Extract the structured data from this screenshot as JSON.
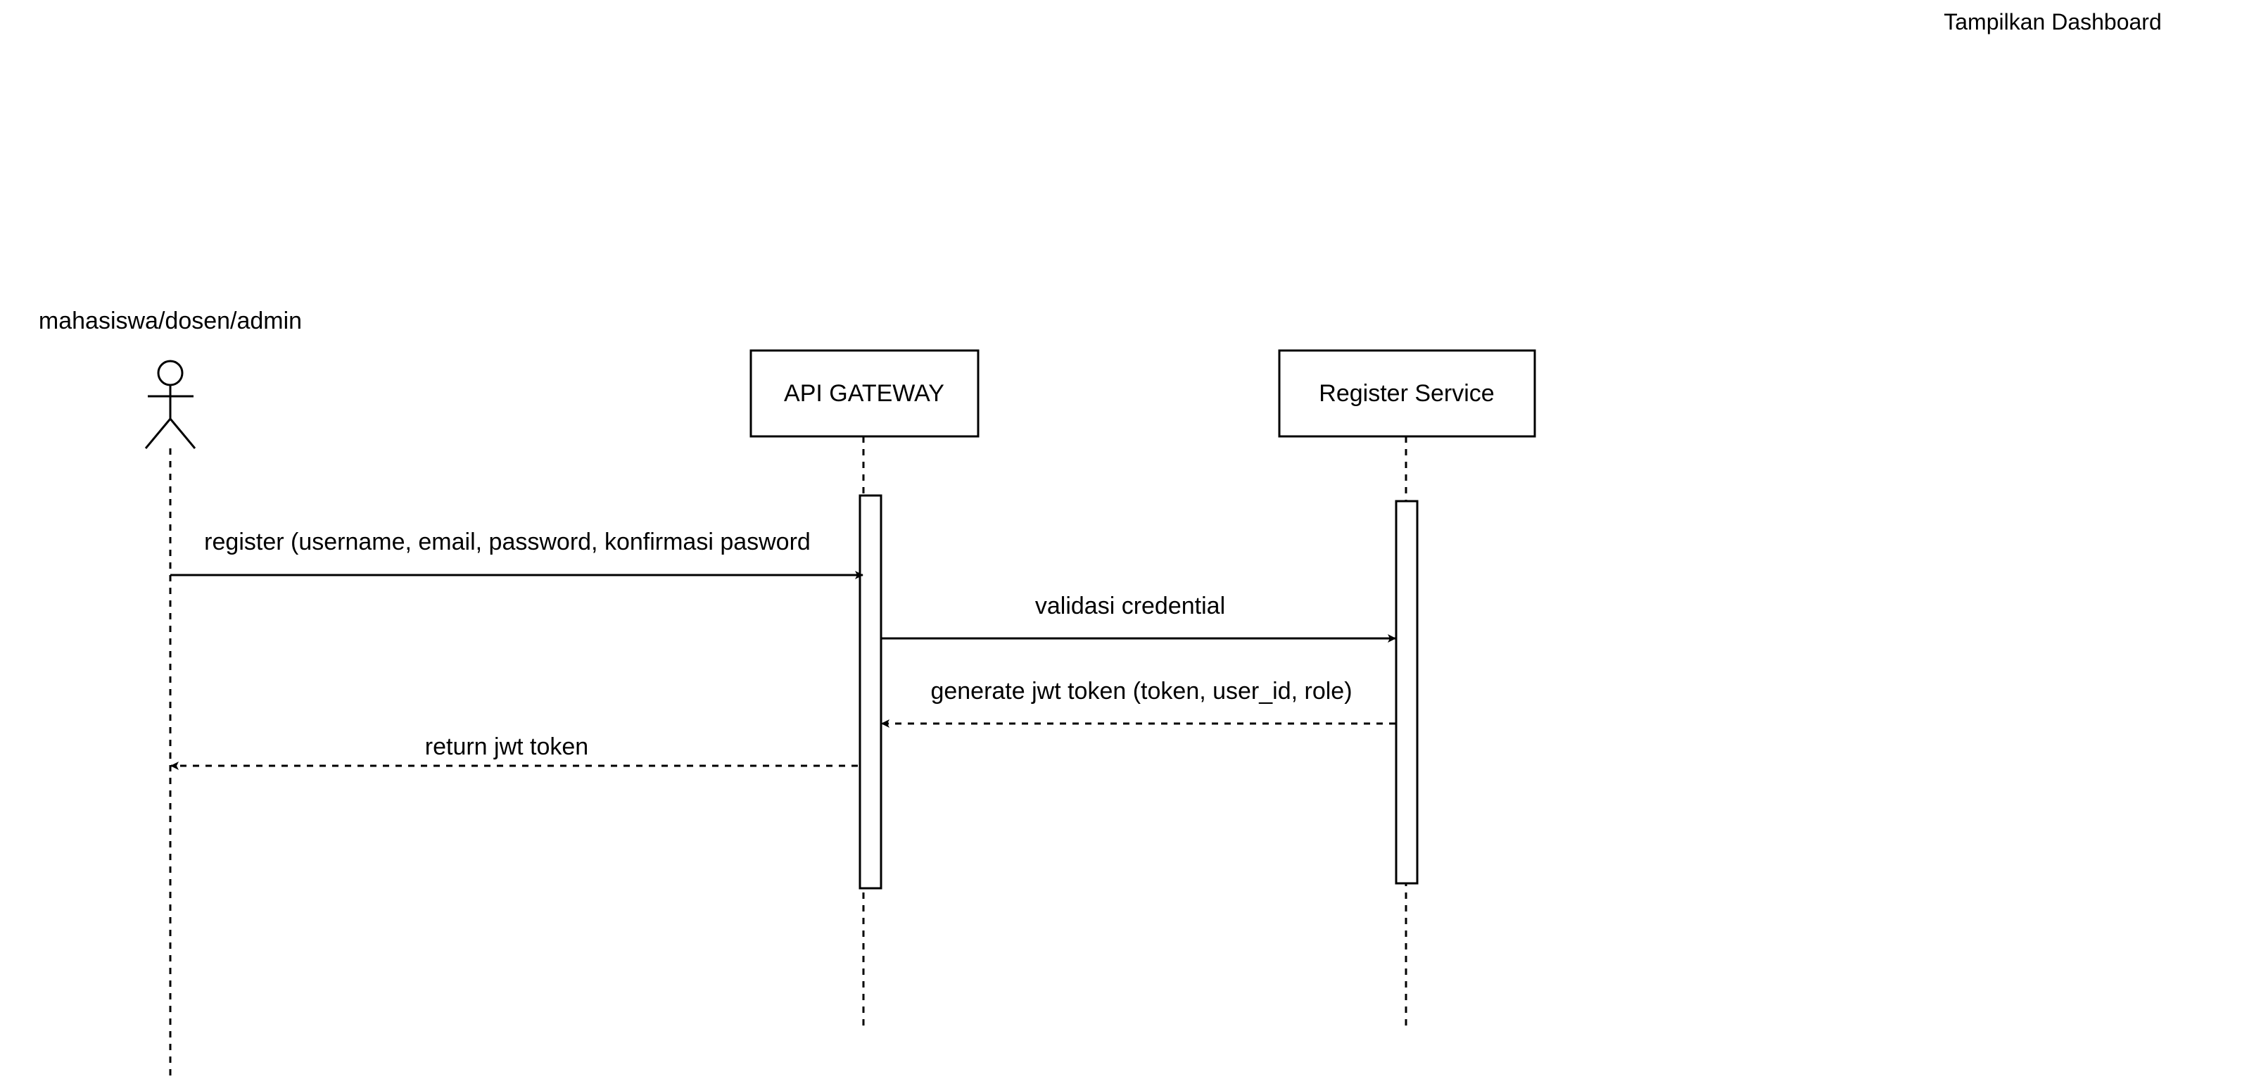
{
  "diagram": {
    "type": "sequence-diagram",
    "header_text": "Tampilkan Dashboard",
    "actor": {
      "label": "mahasiswa/dosen/admin"
    },
    "participants": [
      {
        "id": "api-gateway",
        "label": "API GATEWAY"
      },
      {
        "id": "register-service",
        "label": "Register Service"
      }
    ],
    "messages": [
      {
        "from": "actor",
        "to": "api-gateway",
        "label": "register (username, email, password, konfirmasi pasword",
        "kind": "sync"
      },
      {
        "from": "api-gateway",
        "to": "register-service",
        "label": "validasi credential",
        "kind": "sync"
      },
      {
        "from": "register-service",
        "to": "api-gateway",
        "label": "generate jwt token (token, user_id, role)",
        "kind": "return"
      },
      {
        "from": "api-gateway",
        "to": "actor",
        "label": "return jwt token",
        "kind": "return"
      }
    ]
  }
}
